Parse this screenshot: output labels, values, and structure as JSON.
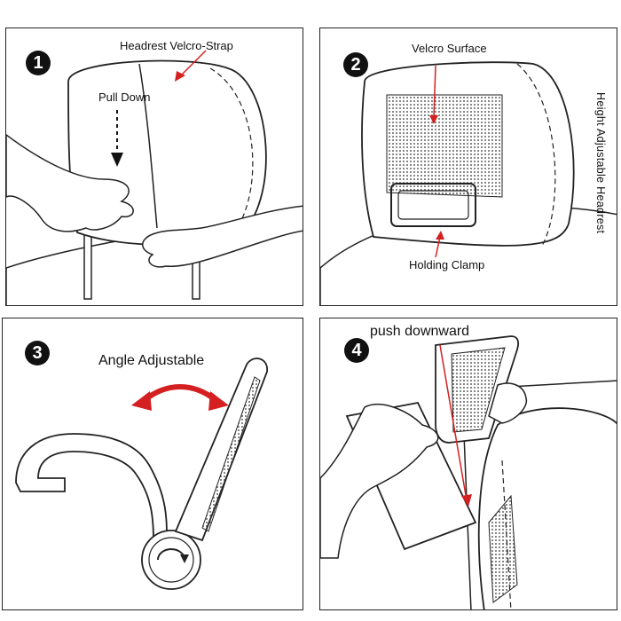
{
  "panels": [
    {
      "step": "1",
      "labels": {
        "strap": "Headrest Velcro-Strap",
        "pull": "Pull Down"
      }
    },
    {
      "step": "2",
      "labels": {
        "surface": "Velcro Surface",
        "clamp": "Holding Clamp"
      }
    },
    {
      "step": "3",
      "labels": {
        "angle": "Angle Adjustable"
      }
    },
    {
      "step": "4",
      "labels": {
        "push": "push downward"
      }
    }
  ],
  "side_label": "Height Adjustable Headrest",
  "colors": {
    "arrow": "#d42020",
    "line": "#222222",
    "fill": "#ffffff"
  },
  "icons": [
    "down-arrow-icon",
    "curved-double-arrow-icon",
    "rotate-arrow-icon"
  ]
}
